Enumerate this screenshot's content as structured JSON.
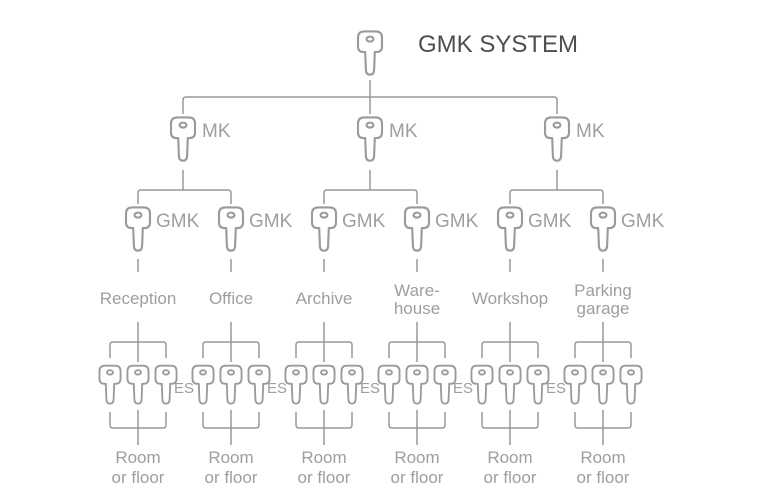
{
  "title": "GMK SYSTEM",
  "colors": {
    "background": "#ffffff",
    "line": "#989898",
    "key_stroke": "#9a9a9a",
    "label_text": "#9e9e9e",
    "title_text": "#4e4e4e"
  },
  "root": {
    "icon": "key-icon",
    "label": "GMK SYSTEM"
  },
  "master_keys": [
    {
      "icon": "key-icon",
      "label": "MK"
    },
    {
      "icon": "key-icon",
      "label": "MK"
    },
    {
      "icon": "key-icon",
      "label": "MK"
    }
  ],
  "group_keys": [
    {
      "icon": "key-icon",
      "label": "GMK"
    },
    {
      "icon": "key-icon",
      "label": "GMK"
    },
    {
      "icon": "key-icon",
      "label": "GMK"
    },
    {
      "icon": "key-icon",
      "label": "GMK"
    },
    {
      "icon": "key-icon",
      "label": "GMK"
    },
    {
      "icon": "key-icon",
      "label": "GMK"
    }
  ],
  "areas": [
    {
      "lines": [
        "Reception"
      ]
    },
    {
      "lines": [
        "Office"
      ]
    },
    {
      "lines": [
        "Archive"
      ]
    },
    {
      "lines": [
        "Ware-",
        "house"
      ]
    },
    {
      "lines": [
        "Workshop"
      ]
    },
    {
      "lines": [
        "Parking",
        "garage"
      ]
    }
  ],
  "es_labels": [
    "ES",
    "ES",
    "ES",
    "ES",
    "ES"
  ],
  "room_label": {
    "line1": "Room",
    "line2": "or floor"
  },
  "key_groups_per_area": 6,
  "keys_per_group": 3
}
